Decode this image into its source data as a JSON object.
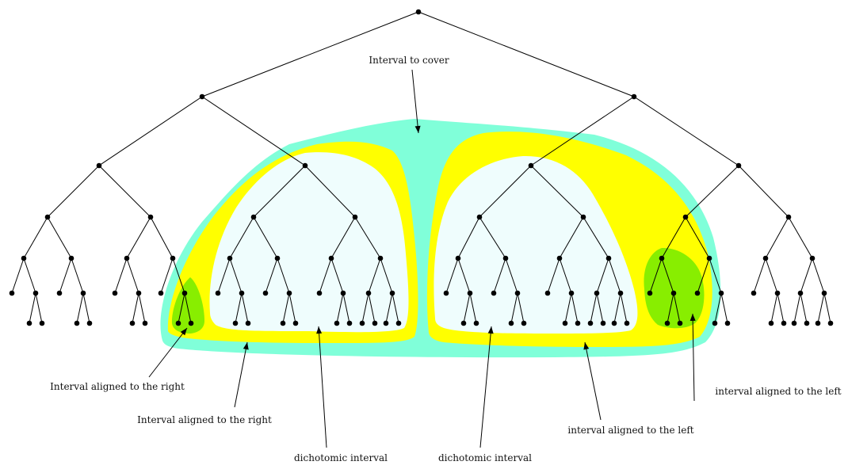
{
  "colors": {
    "cover": "#80ffd9",
    "aligned": "#ffff00",
    "dichotomic": "#effdfd",
    "leaf_aligned": "#88ee00"
  },
  "labels": {
    "interval_to_cover": "Interval to cover",
    "aligned_right_1": "Interval aligned to the right",
    "aligned_right_2": "Interval aligned to the right",
    "dichotomic_1": "dichotomic interval",
    "dichotomic_2": "dichotomic interval",
    "aligned_left_1": "interval aligned to the left",
    "aligned_left_2": "interval aligned to the left"
  }
}
